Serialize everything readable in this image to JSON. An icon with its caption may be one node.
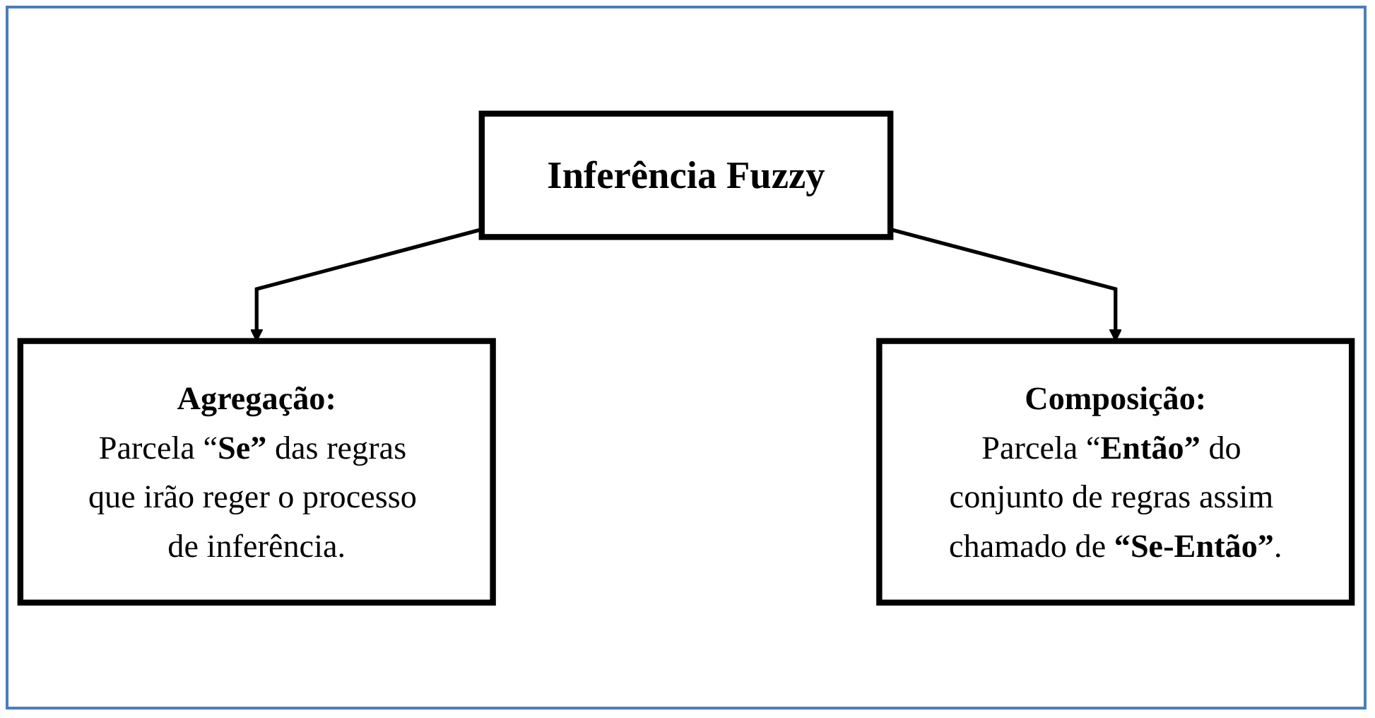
{
  "diagram": {
    "nodes": [
      {
        "text": [
          "Inferência Fuzzy"
        ]
      },
      {
        "text": [
          "Agregação:",
          "Parcela “**Se”** das regras que irão reger o processo de inferência."
        ]
      },
      {
        "text": [
          "Composição:",
          "Parcela “**Então”** do conjunto de regras assim chamado de **“Se-Então”**."
        ]
      }
    ],
    "edges": [
      {
        "from": 0,
        "to": 1,
        "arrow": "to"
      },
      {
        "from": 0,
        "to": 2,
        "arrow": "to"
      }
    ]
  }
}
